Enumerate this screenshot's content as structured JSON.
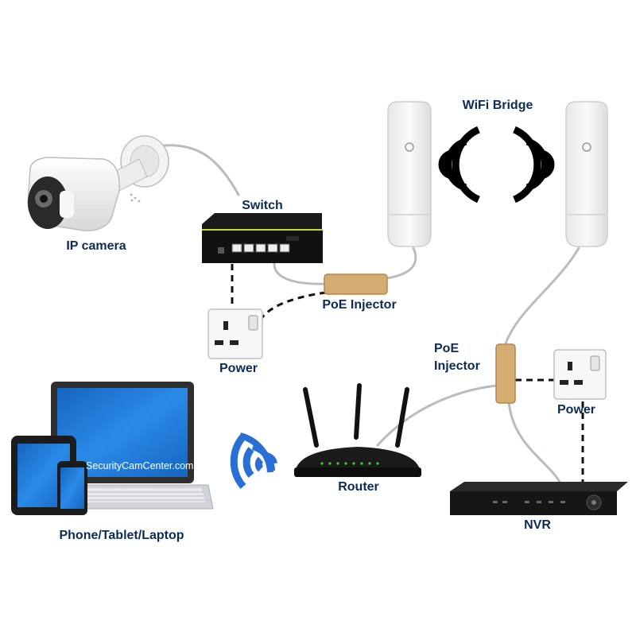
{
  "labels": {
    "wifi_bridge": "WiFi Bridge",
    "switch": "Switch",
    "ip_camera": "IP camera",
    "poe_injector_top": "PoE Injector",
    "power_top": "Power",
    "poe_injector_right_line1": "PoE",
    "poe_injector_right_line2": "Injector",
    "power_right": "Power",
    "router": "Router",
    "nvr": "NVR",
    "client_devices": "Phone/Tablet/Laptop",
    "laptop_screen_url": "SecurityCamCenter.com"
  },
  "colors": {
    "label_text": "#0d2a55",
    "cable_gray": "#b8bcc0",
    "power_cable": "#111111",
    "poe_injector": "#d5ac72",
    "wifi_blue": "#2a6fd6",
    "screen_blue": "#1f78d8",
    "bridge_white": "#f4f4f4"
  },
  "icons": {
    "camera": "ip-camera-icon",
    "switch": "network-switch-icon",
    "bridge": "wifi-bridge-antenna-icon",
    "injector": "poe-injector-icon",
    "socket": "wall-socket-icon",
    "router": "wifi-router-icon",
    "nvr": "nvr-recorder-icon",
    "laptop": "laptop-icon",
    "tablet": "tablet-icon",
    "phone": "phone-icon",
    "wifi": "wifi-signal-icon"
  }
}
